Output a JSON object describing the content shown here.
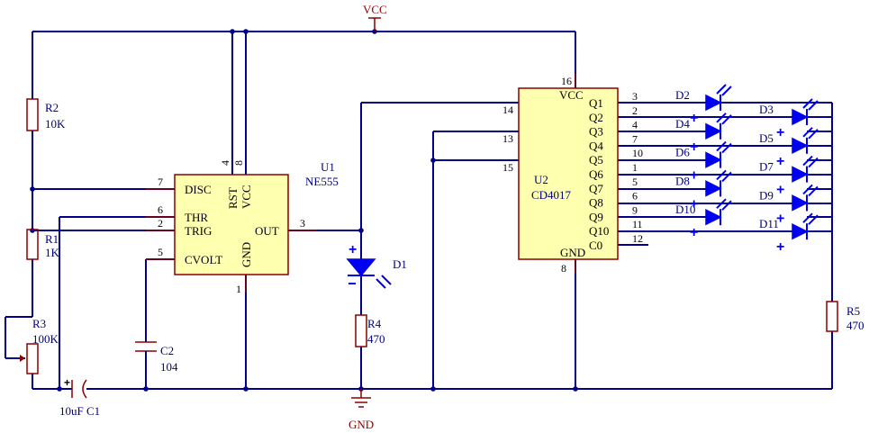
{
  "power": {
    "vcc_label": "VCC",
    "gnd_label": "GND"
  },
  "components": {
    "r2": {
      "ref": "R2",
      "value": "10K"
    },
    "r1": {
      "ref": "R1",
      "value": "1K"
    },
    "r3": {
      "ref": "R3",
      "value": "100K"
    },
    "c2": {
      "ref": "C2",
      "value": "104"
    },
    "c1": {
      "label": "10uF C1"
    },
    "r4": {
      "ref": "R4",
      "value": "470"
    },
    "r5": {
      "ref": "R5",
      "value": "470"
    },
    "d1": {
      "ref": "D1"
    }
  },
  "u1": {
    "ref": "U1",
    "part": "NE555",
    "pins": {
      "disc": "DISC",
      "thr": "THR",
      "trig": "TRIG",
      "cvolt": "CVOLT",
      "out": "OUT",
      "rst": "RST",
      "vcc": "VCC",
      "gnd": "GND"
    },
    "pin_numbers": {
      "disc": "7",
      "thr": "6",
      "trig": "2",
      "cvolt": "5",
      "out": "3",
      "rst": "4",
      "vcc": "8",
      "gnd": "1"
    }
  },
  "u2": {
    "ref": "U2",
    "part": "CD4017",
    "left_pins": [
      {
        "num": "14"
      },
      {
        "num": "13"
      },
      {
        "num": "15"
      }
    ],
    "vcc_label": "VCC",
    "gnd_label": "GND",
    "vcc_pin": "16",
    "gnd_pin": "8",
    "outputs": [
      {
        "name": "Q1",
        "num": "3"
      },
      {
        "name": "Q2",
        "num": "2"
      },
      {
        "name": "Q3",
        "num": "4"
      },
      {
        "name": "Q4",
        "num": "7"
      },
      {
        "name": "Q5",
        "num": "10"
      },
      {
        "name": "Q6",
        "num": "1"
      },
      {
        "name": "Q7",
        "num": "5"
      },
      {
        "name": "Q8",
        "num": "6"
      },
      {
        "name": "Q9",
        "num": "9"
      },
      {
        "name": "Q10",
        "num": "11"
      },
      {
        "name": "C0",
        "num": "12"
      }
    ]
  },
  "leds_left": [
    "D2",
    "D4",
    "D6",
    "D8",
    "D10"
  ],
  "leds_right": [
    "D3",
    "D5",
    "D7",
    "D9",
    "D11"
  ]
}
